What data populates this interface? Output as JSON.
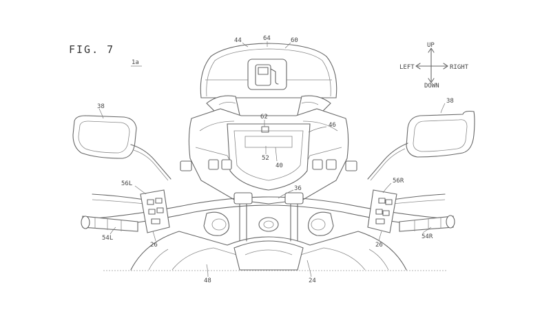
{
  "figure": {
    "title": "FIG. 7",
    "ref_main": "1a",
    "direction": {
      "up": "UP",
      "down": "DOWN",
      "left": "LEFT",
      "right": "RIGHT"
    },
    "labels": {
      "l44": "44",
      "l64": "64",
      "l60": "60",
      "l38_left": "38",
      "l38_right": "38",
      "l62": "62",
      "l46": "46",
      "l52": "52",
      "l40": "40",
      "l36": "36",
      "l56L": "56L",
      "l56R": "56R",
      "l54L": "54L",
      "l54R": "54R",
      "l26_left": "26",
      "l26_right": "26",
      "l48": "48",
      "l24": "24"
    }
  }
}
